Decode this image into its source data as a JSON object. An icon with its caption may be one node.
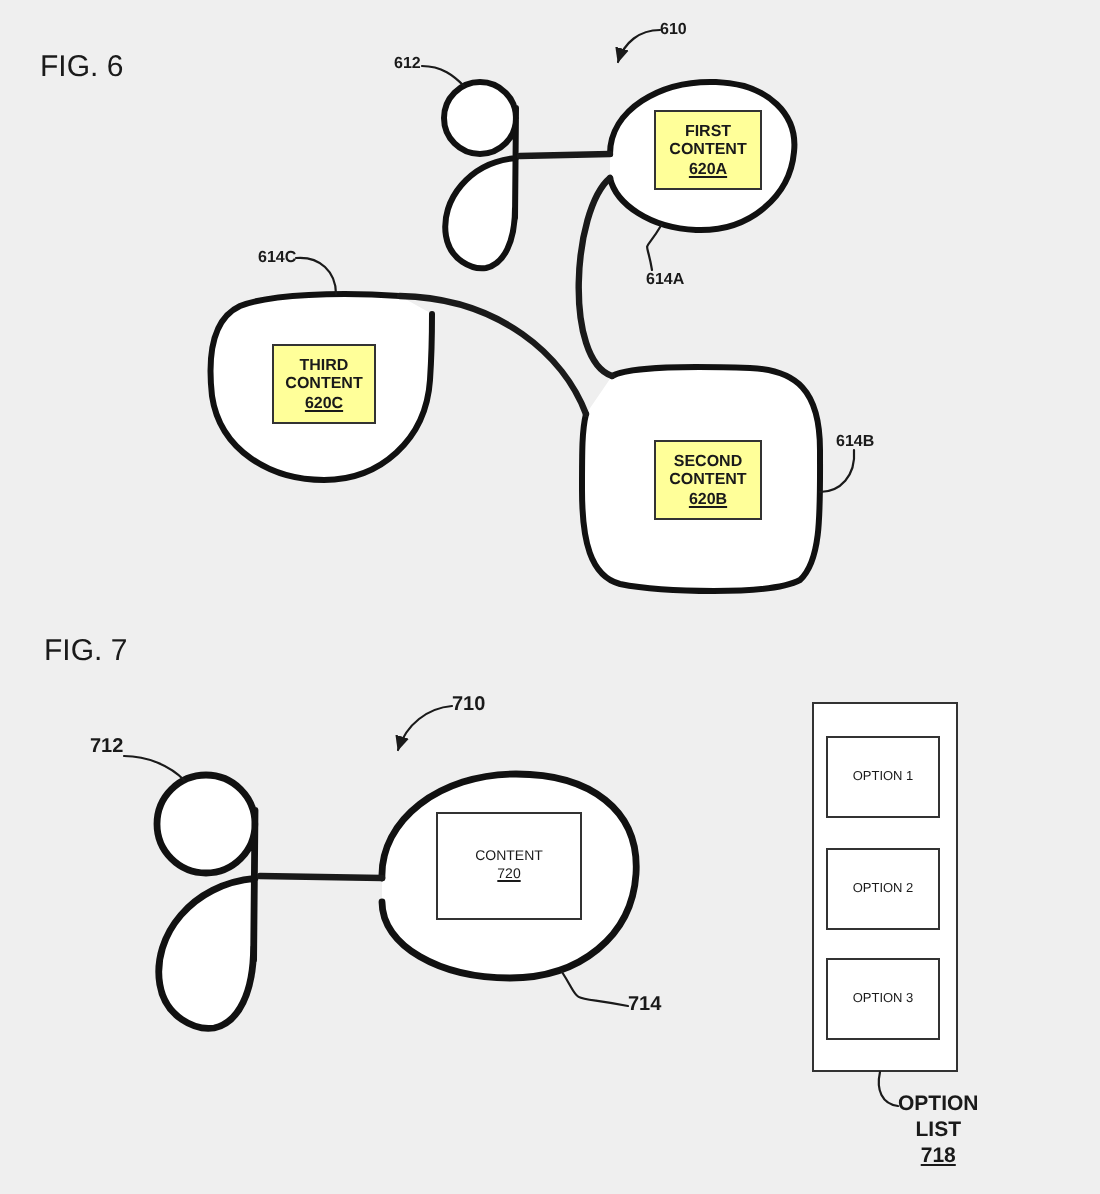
{
  "diagram": {
    "nodes": [
      {
        "text": [
          "610"
        ]
      },
      {
        "text": [
          "612"
        ]
      },
      {
        "text": [],
        "shape": "picture"
      },
      {
        "text": [],
        "shape": "oval"
      },
      {
        "text": [
          "FIRST CONTENT",
          "620A"
        ],
        "in": 3
      },
      {
        "text": [
          "614A"
        ]
      },
      {
        "text": [
          "614C"
        ]
      },
      {
        "text": [],
        "shape": "oval"
      },
      {
        "text": [
          "THIRD CONTENT",
          "620C"
        ],
        "in": 7
      },
      {
        "text": [],
        "shape": "box"
      },
      {
        "text": [
          "SECOND CONTENT",
          "620B"
        ],
        "in": 9
      },
      {
        "text": [
          "614B"
        ]
      },
      {
        "text": [
          "710"
        ]
      },
      {
        "text": [
          "712"
        ]
      },
      {
        "text": [],
        "shape": "picture"
      },
      {
        "text": [],
        "shape": "oval"
      },
      {
        "text": [
          "CONTENT",
          "720"
        ],
        "in": 15
      },
      {
        "text": [
          "714"
        ]
      },
      {
        "text": [],
        "shape": "box"
      },
      {
        "text": [
          "OPTION 1"
        ],
        "in": 18
      },
      {
        "text": [
          "OPTION 2"
        ],
        "in": 18
      },
      {
        "text": [
          "OPTION 3"
        ],
        "in": 18
      },
      {
        "text": [
          "OPTION LIST",
          "718"
        ]
      }
    ],
    "edges": [
      {
        "from": 2,
        "to": 3,
        "arrow": "none",
        "style": "thick"
      },
      {
        "from": 3,
        "to": 9,
        "arrow": "none",
        "style": "thick"
      },
      {
        "from": 9,
        "to": 7,
        "arrow": "none",
        "style": "thick"
      },
      {
        "from": 0,
        "to": null,
        "arrow": "to"
      },
      {
        "from": 1,
        "to": 2,
        "arrow": "none"
      },
      {
        "from": 5,
        "to": 3,
        "arrow": "none"
      },
      {
        "from": 6,
        "to": 7,
        "arrow": "none"
      },
      {
        "from": 11,
        "to": 9,
        "arrow": "none"
      },
      {
        "from": 14,
        "to": 15,
        "arrow": "none",
        "style": "thick"
      },
      {
        "from": 12,
        "to": null,
        "arrow": "to"
      },
      {
        "from": 13,
        "to": 14,
        "arrow": "none"
      },
      {
        "from": 17,
        "to": 15,
        "arrow": "none"
      },
      {
        "from": 22,
        "to": 18,
        "arrow": "none"
      }
    ],
    "labels": [
      "FIG. 6",
      "FIG. 7"
    ]
  }
}
